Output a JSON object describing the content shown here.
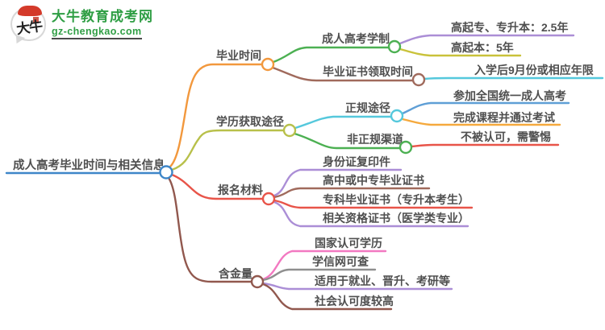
{
  "logo": {
    "seal_text": "大牛",
    "title": "大牛教育成考网",
    "url": "gz-chengkao.com",
    "brand_color": "#2f9e44"
  },
  "mindmap": {
    "root": {
      "label": "成人高考毕业时间与相关信息",
      "color": "#3e86c8"
    },
    "branches": [
      {
        "label": "毕业时间",
        "color": "#f2983d",
        "children": [
          {
            "label": "成人高考学制",
            "color": "#4cb052",
            "children": [
              {
                "label": "高起专、专升本：2.5年",
                "color": "#ab8ed6"
              },
              {
                "label": "高起本：5年",
                "color": "#c9c23a"
              }
            ]
          },
          {
            "label": "毕业证书领取时间",
            "color": "#a06a5c",
            "children": [
              {
                "label": "入学后9月份或相应年限",
                "color": "#55c8dc"
              }
            ]
          }
        ]
      },
      {
        "label": "学历获取途径",
        "color": "#b8c04a",
        "children": [
          {
            "label": "正规途径",
            "color": "#55c8dc",
            "children": [
              {
                "label": "参加全国统一成人高考",
                "color": "#5f9fd6"
              },
              {
                "label": "完成课程并通过考试",
                "color": "#f5a93d"
              }
            ]
          },
          {
            "label": "非正规渠道",
            "color": "#4cb052",
            "children": [
              {
                "label": "不被认可，需警惕",
                "color": "#e85449"
              }
            ]
          }
        ]
      },
      {
        "label": "报名材料",
        "color": "#e85449",
        "children": [
          {
            "label": "身份证复印件",
            "color": "#ab8ed6"
          },
          {
            "label": "高中或中专毕业证书",
            "color": "#a06a5c"
          },
          {
            "label": "专科毕业证书（专升本考生）",
            "color": "#e85449"
          },
          {
            "label": "相关资格证书（医学类专业）",
            "color": "#ab8ed6"
          }
        ]
      },
      {
        "label": "含金量",
        "color": "#91584e",
        "children": [
          {
            "label": "国家认可学历",
            "color": "#f279c1"
          },
          {
            "label": "学信网可查",
            "color": "#8f8f8f"
          },
          {
            "label": "适用于就业、晋升、考研等",
            "color": "#ab8ed6"
          },
          {
            "label": "社会认可度较高",
            "color": "#91584e"
          }
        ]
      }
    ]
  }
}
